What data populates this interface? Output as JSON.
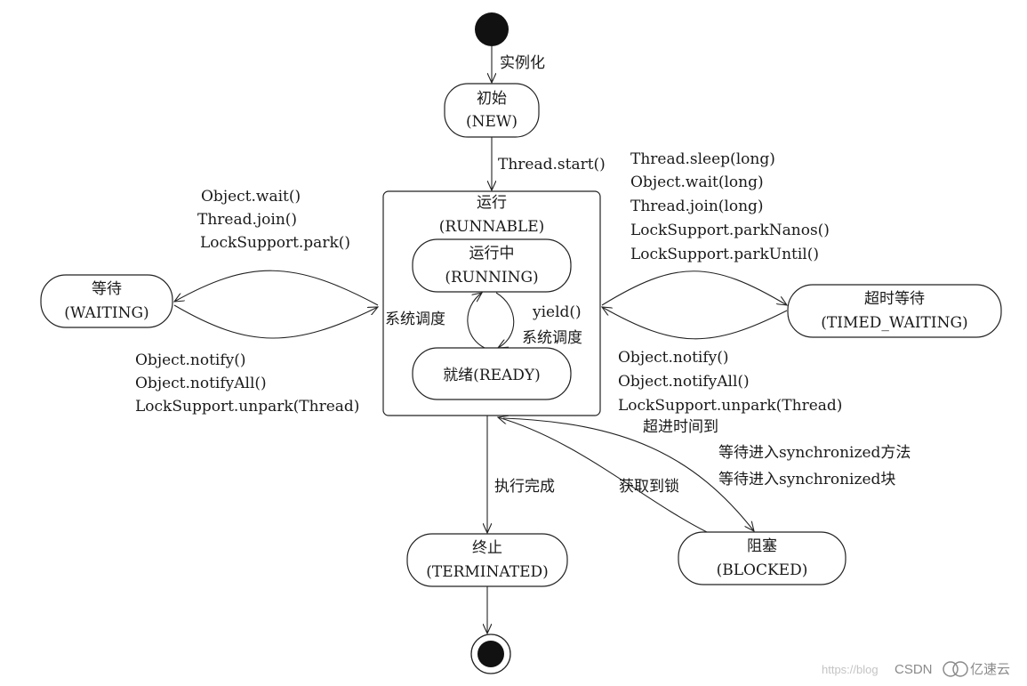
{
  "states": {
    "new": {
      "line1": "初始",
      "line2": "(NEW)"
    },
    "runnable": {
      "line1": "运行",
      "line2": "(RUNNABLE)"
    },
    "running": {
      "line1": "运行中",
      "line2": "(RUNNING)"
    },
    "ready": {
      "line1": "就绪(READY)"
    },
    "waiting": {
      "line1": "等待",
      "line2": "(WAITING)"
    },
    "timed_waiting": {
      "line1": "超时等待",
      "line2": "(TIMED_WAITING)"
    },
    "terminated": {
      "line1": "终止",
      "line2": "(TERMINATED)"
    },
    "blocked": {
      "line1": "阻塞",
      "line2": "(BLOCKED)"
    }
  },
  "transitions": {
    "instantiate": "实例化",
    "start": "Thread.start()",
    "to_waiting": [
      "Object.wait()",
      "Thread.join()",
      "LockSupport.park()"
    ],
    "from_waiting": [
      "Object.notify()",
      "Object.notifyAll()",
      "LockSupport.unpark(Thread)"
    ],
    "to_timed_waiting": [
      "Thread.sleep(long)",
      "Object.wait(long)",
      "Thread.join(long)",
      "LockSupport.parkNanos()",
      "LockSupport.parkUntil()"
    ],
    "from_timed_waiting": [
      "Object.notify()",
      "Object.notifyAll()",
      "LockSupport.unpark(Thread)",
      "超进时间到"
    ],
    "schedule_left": "系统调度",
    "yield": "yield()",
    "schedule_right": "系统调度",
    "finish": "执行完成",
    "acquire_lock": "获取到锁",
    "to_blocked": [
      "等待进入synchronized方法",
      "等待进入synchronized块"
    ]
  },
  "watermark": {
    "url": "https://blog",
    "csdn": "CSDN",
    "brand": "亿速云"
  }
}
